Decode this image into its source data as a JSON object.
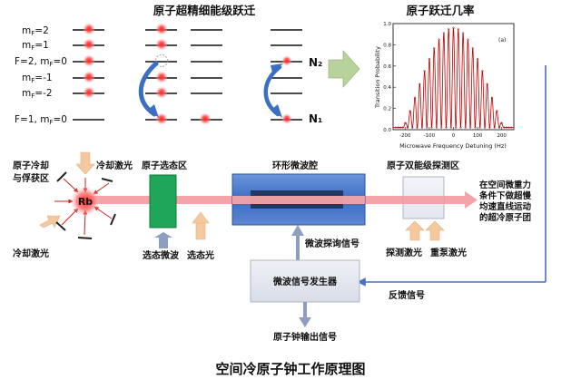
{
  "titles": {
    "hyperfine": "原子超精细能级跃迁",
    "probability": "原子跃迁几率"
  },
  "levels": {
    "labels": [
      "m_F=2",
      "m_F=1",
      "F=2, m_F=0",
      "m_F=-1",
      "m_F=-2",
      "F=1, m_F=0"
    ],
    "n2": "N₂",
    "n1": "N₁"
  },
  "chart_data": {
    "type": "line",
    "panel_label": "(a)",
    "xlabel": "Microwave Frequency Detuning (Hz)",
    "ylabel": "Transition Probability",
    "xlim": [
      -250,
      250
    ],
    "ylim": [
      0,
      1.0
    ],
    "xticks": [
      -200,
      -100,
      0,
      100,
      200
    ],
    "yticks": [
      0.0,
      0.2,
      0.4,
      0.6,
      0.8,
      1.0
    ],
    "fringe_period_hz": 20,
    "envelope_halfwidth_hz": 210
  },
  "labels": {
    "cooling_capture": "原子冷却\n与俘获区",
    "cooling_laser_top": "冷却激光",
    "cooling_laser_bottom": "冷却激光",
    "rb": "Rb",
    "state_select_zone": "原子选态区",
    "state_select_microwave": "选态微波",
    "state_select_light": "选态光",
    "cavity": "环形微波腔",
    "probe_zone": "原子双能级探测区",
    "probe_laser": "探测激光",
    "repump_laser": "重泵激光",
    "right_note": "在空间微重力\n条件下做超慢\n均速直线运动\n的超冷原子团",
    "probe_signal": "微波探询信号",
    "generator": "微波信号发生器",
    "feedback": "反馈信号",
    "output": "原子钟输出信号"
  },
  "caption": "空间冷原子钟工作原理图",
  "colors": {
    "beam": "#f4a3a8",
    "cavity_outer": "#4472c4",
    "cavity_inner": "#1f3864",
    "select_zone": "#1fa65a",
    "arrow_orange": "#f5c9a0",
    "arrow_gray": "#8c9fbf",
    "big_arrow": "#b7d29a",
    "atom_red": "#ff3030",
    "curve_red": "#c00000"
  }
}
